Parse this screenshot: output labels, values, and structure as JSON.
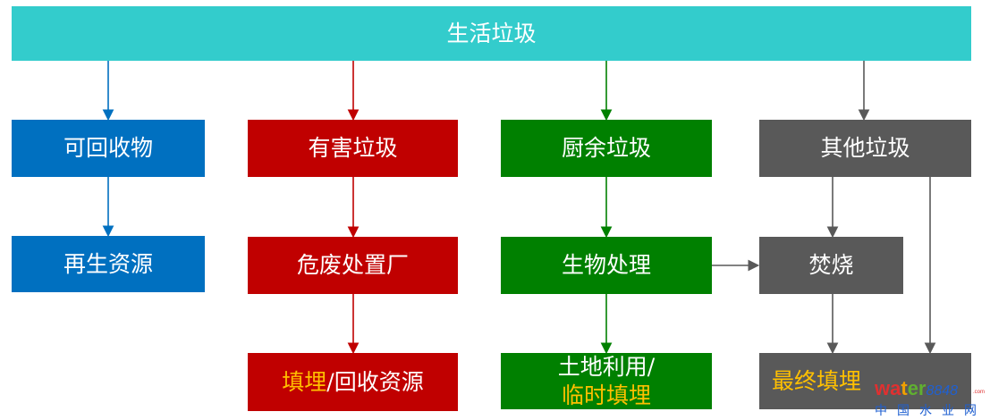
{
  "colors": {
    "top": "#33CCCC",
    "recyclable": "#0070C0",
    "hazardous": "#C00000",
    "kitchen": "#008000",
    "other": "#595959",
    "highlight": "#FFC000"
  },
  "root": "生活垃圾",
  "recyclable": {
    "title": "可回收物",
    "step1": "再生资源"
  },
  "hazardous": {
    "title": "有害垃圾",
    "step1": "危废处置厂",
    "step2_highlight": "填埋",
    "step2_rest": "/回收资源"
  },
  "kitchen": {
    "title": "厨余垃圾",
    "step1": "生物处理",
    "step2_line1": "土地利用/",
    "step2_line2": "临时填埋"
  },
  "other": {
    "title": "其他垃圾",
    "step1": "焚烧",
    "step2": "最终填埋"
  },
  "watermark": {
    "brand": "water8848",
    "sub": "中国水业网",
    "com": ".com"
  }
}
